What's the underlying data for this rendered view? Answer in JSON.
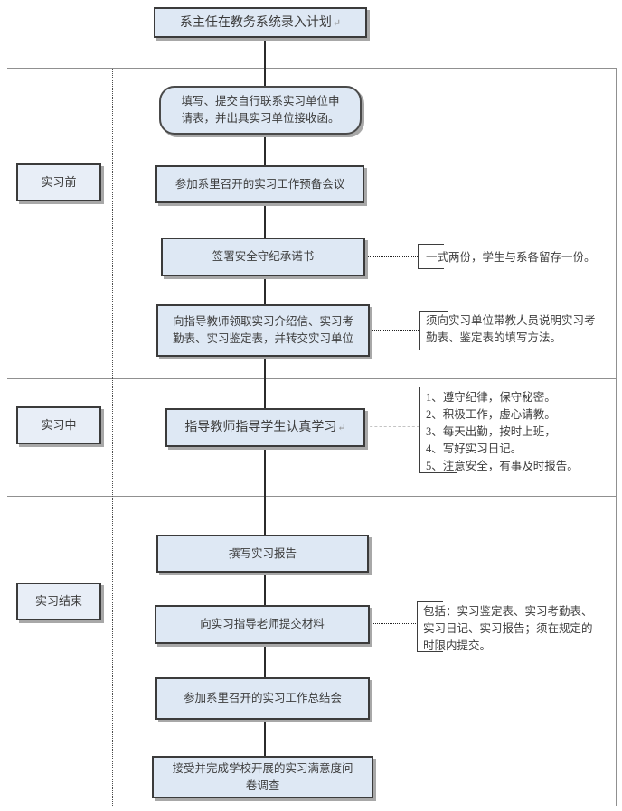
{
  "colors": {
    "box_fill": "#dee8f4",
    "phase_fill": "#e8eef7",
    "box_border": "#3b3b3b",
    "shadow": "#a8a8a8",
    "text": "#3c3c3c",
    "divider": "#909090",
    "flow_line": "#2b2b2b",
    "connector": "#222222",
    "light_connector": "#c4c4c4"
  },
  "header": {
    "title": "系主任在教务系统录入计划",
    "return_mark": "↵"
  },
  "phases": [
    {
      "label": "实习前"
    },
    {
      "label": "实习中"
    },
    {
      "label": "实习结束"
    }
  ],
  "steps": [
    {
      "shape": "rounded",
      "lines": [
        "填写、提交自行联系实习单位申",
        "请表，并出具实习单位接收函。"
      ]
    },
    {
      "label": "参加系里召开的实习工作预备会议"
    },
    {
      "label": "签署安全守纪承诺书"
    },
    {
      "lines": [
        "向指导教师领取实习介绍信、实习考",
        "勤表、实习鉴定表，并转交实习单位"
      ]
    },
    {
      "label": "指导教师指导学生认真学习",
      "return_mark": "↵"
    },
    {
      "label": "撰写实习报告"
    },
    {
      "label": "向实习指导老师提交材料"
    },
    {
      "label": "参加系里召开的实习工作总结会"
    },
    {
      "lines": [
        "接受并完成学校开展的实习满意度问",
        "卷调查"
      ]
    }
  ],
  "notes": [
    {
      "label": "一式两份，学生与系各留存一份。"
    },
    {
      "lines": [
        "须向实习单位带教人员说明实习考",
        "勤表、鉴定表的填写方法。"
      ]
    },
    {
      "lines": [
        "1、遵守纪律，保守秘密。",
        "2、积极工作，虚心请教。",
        "3、每天出勤，按时上班，",
        "4、写好实习日记。",
        "5、注意安全，有事及时报告。"
      ]
    },
    {
      "lines": [
        "包括：实习鉴定表、实习考勤表、",
        "实习日记、实习报告；须在规定的",
        "时限内提交。"
      ]
    }
  ]
}
